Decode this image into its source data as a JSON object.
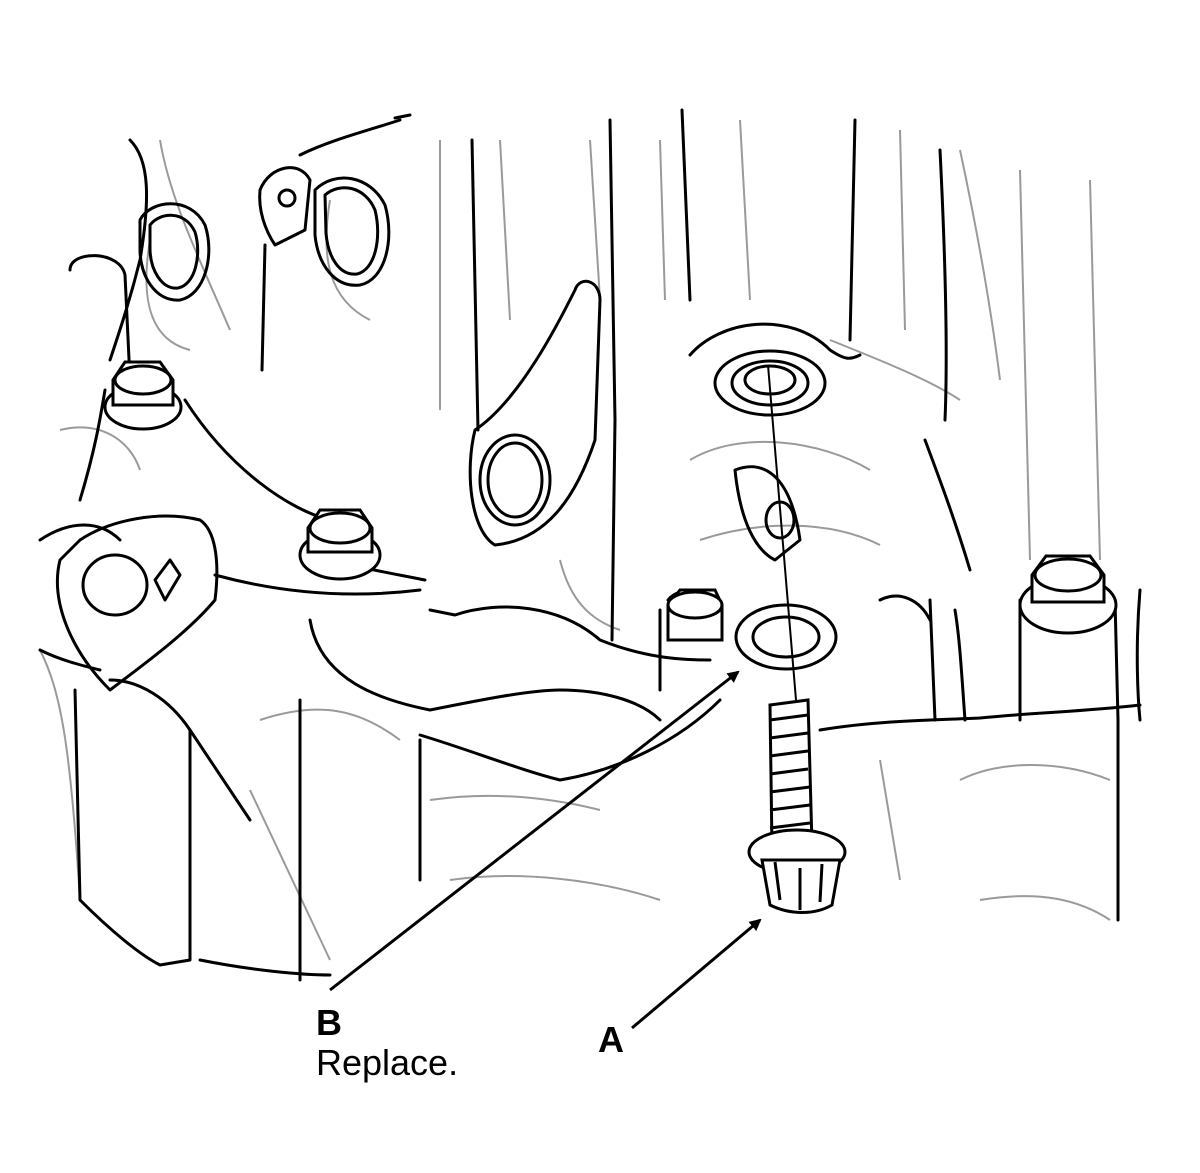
{
  "diagram": {
    "callouts": [
      {
        "id": "A",
        "letter": "A",
        "note": "",
        "target": "flange-bolt"
      },
      {
        "id": "B",
        "letter": "B",
        "note": "Replace.",
        "target": "sealing-washer"
      }
    ],
    "colors": {
      "line": "#000000",
      "secondary_line": "#9a9a9a",
      "background": "#ffffff"
    }
  }
}
